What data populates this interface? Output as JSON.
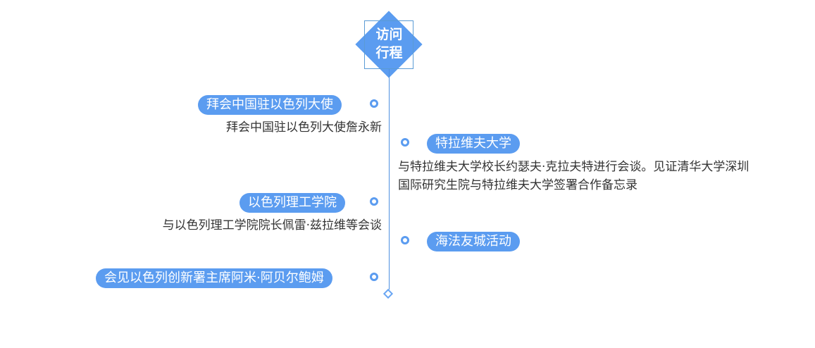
{
  "root": {
    "title_line1": "访问",
    "title_line2": "行程"
  },
  "items": [
    {
      "side": "left",
      "title": "拜会中国驻以色列大使",
      "desc": "拜会中国驻以色列大使詹永新"
    },
    {
      "side": "right",
      "title": "特拉维夫大学",
      "desc_line1": "与特拉维夫大学校长约瑟夫·克拉夫特进行会谈。见证清华大学深圳",
      "desc_line2": "国际研究生院与特拉维夫大学签署合作备忘录"
    },
    {
      "side": "left",
      "title": "以色列理工学院",
      "desc": "与以色列理工学院院长佩雷·兹拉维等会谈"
    },
    {
      "side": "right",
      "title": "海法友城活动",
      "desc": ""
    },
    {
      "side": "left",
      "title": "会见以色列创新署主席阿米·阿贝尔鲍姆",
      "desc": ""
    }
  ],
  "colors": {
    "accent": "#5b9cf0",
    "line": "#4d8fe0",
    "text": "#333333"
  }
}
